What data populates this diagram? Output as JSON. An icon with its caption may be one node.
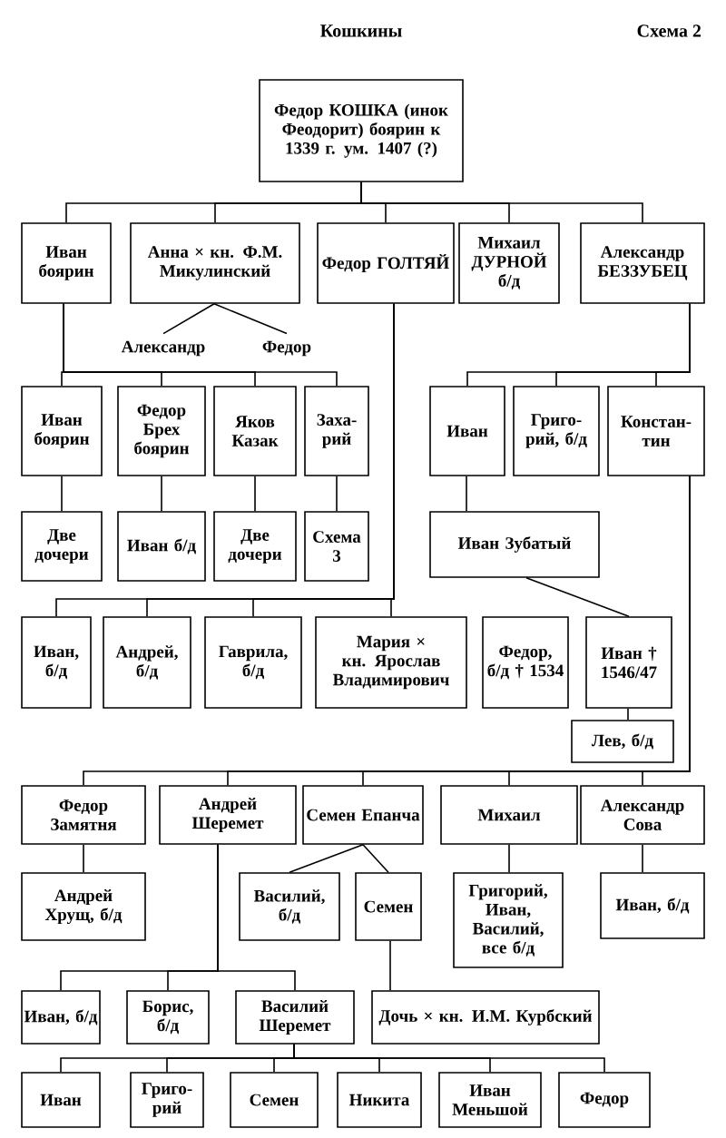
{
  "diagram": {
    "title": "Кошкины",
    "nodes": [
      {
        "text": [
          "Федор КОШКА (инок Феодорит) боярин к 1339 г. ум. 1407 (?)"
        ]
      },
      {
        "text": [
          "Иван боярин"
        ]
      },
      {
        "text": [
          "Анна × кн. Ф.М. Микулинский"
        ]
      },
      {
        "text": [
          "Федор ГОЛТЯЙ"
        ]
      },
      {
        "text": [
          "Михаил ДУРНОЙ б/д"
        ]
      },
      {
        "text": [
          "Александр БЕЗЗУБЕЦ"
        ]
      },
      {
        "text": [
          "Александр"
        ]
      },
      {
        "text": [
          "Федор"
        ]
      },
      {
        "text": [
          "Иван боярин"
        ]
      },
      {
        "text": [
          "Федор Брех боярин"
        ]
      },
      {
        "text": [
          "Яков Казак"
        ]
      },
      {
        "text": [
          "Заха- рий"
        ]
      },
      {
        "text": [
          "Две дочери"
        ]
      },
      {
        "text": [
          "Иван б/д"
        ]
      },
      {
        "text": [
          "Две дочери"
        ]
      },
      {
        "text": [
          "Схема 3"
        ]
      },
      {
        "text": [
          "Иван"
        ]
      },
      {
        "text": [
          "Григо- рий, б/д"
        ]
      },
      {
        "text": [
          "Констан- тин"
        ]
      },
      {
        "text": [
          "Иван Зубатый"
        ]
      },
      {
        "text": [
          "Иван, б/д"
        ]
      },
      {
        "text": [
          "Андрей, б/д"
        ]
      },
      {
        "text": [
          "Гаврила, б/д"
        ]
      },
      {
        "text": [
          "Мария × кн. Ярослав Владимирович"
        ]
      },
      {
        "text": [
          "Федор, б/д † 1534"
        ]
      },
      {
        "text": [
          "Иван † 1546/47"
        ]
      },
      {
        "text": [
          "Лев, б/д"
        ]
      },
      {
        "text": [
          "Федор Замятня"
        ]
      },
      {
        "text": [
          "Андрей Шеремет"
        ]
      },
      {
        "text": [
          "Семен Епанча"
        ]
      },
      {
        "text": [
          "Михаил"
        ]
      },
      {
        "text": [
          "Александр Сова"
        ]
      },
      {
        "text": [
          "Андрей Хрущ, б/д"
        ]
      },
      {
        "text": [
          "Василий, б/д"
        ]
      },
      {
        "text": [
          "Семен"
        ]
      },
      {
        "text": [
          "Григорий, Иван, Василий, все б/д"
        ]
      },
      {
        "text": [
          "Иван, б/д"
        ]
      },
      {
        "text": [
          "Иван, б/д"
        ]
      },
      {
        "text": [
          "Борис, б/д"
        ]
      },
      {
        "text": [
          "Василий Шеремет"
        ]
      },
      {
        "text": [
          "Дочь × кн. И.М. Курбский"
        ]
      },
      {
        "text": [
          "Иван"
        ]
      },
      {
        "text": [
          "Григо- рий"
        ]
      },
      {
        "text": [
          "Семен"
        ]
      },
      {
        "text": [
          "Никита"
        ]
      },
      {
        "text": [
          "Иван Меньшой"
        ]
      },
      {
        "text": [
          "Федор"
        ]
      }
    ],
    "edges": [
      {
        "from": 0,
        "to": 1,
        "arrow": "none"
      },
      {
        "from": 0,
        "to": 2,
        "arrow": "none"
      },
      {
        "from": 0,
        "to": 3,
        "arrow": "none"
      },
      {
        "from": 0,
        "to": 4,
        "arrow": "none"
      },
      {
        "from": 0,
        "to": 5,
        "arrow": "none"
      },
      {
        "from": 2,
        "to": 6,
        "arrow": "none"
      },
      {
        "from": 2,
        "to": 7,
        "arrow": "none"
      },
      {
        "from": 1,
        "to": 8,
        "arrow": "none"
      },
      {
        "from": 1,
        "to": 9,
        "arrow": "none"
      },
      {
        "from": 1,
        "to": 10,
        "arrow": "none"
      },
      {
        "from": 1,
        "to": 11,
        "arrow": "none"
      },
      {
        "from": 8,
        "to": 12,
        "arrow": "none"
      },
      {
        "from": 9,
        "to": 13,
        "arrow": "none"
      },
      {
        "from": 10,
        "to": 14,
        "arrow": "none"
      },
      {
        "from": 11,
        "to": 15,
        "arrow": "none"
      },
      {
        "from": 5,
        "to": 16,
        "arrow": "none"
      },
      {
        "from": 5,
        "to": 17,
        "arrow": "none"
      },
      {
        "from": 5,
        "to": 18,
        "arrow": "none"
      },
      {
        "from": 16,
        "to": 19,
        "arrow": "none"
      },
      {
        "from": 3,
        "to": 20,
        "arrow": "none"
      },
      {
        "from": 3,
        "to": 21,
        "arrow": "none"
      },
      {
        "from": 3,
        "to": 22,
        "arrow": "none"
      },
      {
        "from": 3,
        "to": 23,
        "arrow": "none"
      },
      {
        "from": 19,
        "to": 25,
        "arrow": "none"
      },
      {
        "from": 25,
        "to": 26,
        "arrow": "none"
      },
      {
        "from": 18,
        "to": 27,
        "arrow": "none"
      },
      {
        "from": 18,
        "to": 28,
        "arrow": "none"
      },
      {
        "from": 18,
        "to": 29,
        "arrow": "none"
      },
      {
        "from": 18,
        "to": 30,
        "arrow": "none"
      },
      {
        "from": 18,
        "to": 31,
        "arrow": "none"
      },
      {
        "from": 27,
        "to": 32,
        "arrow": "none"
      },
      {
        "from": 29,
        "to": 33,
        "arrow": "none"
      },
      {
        "from": 29,
        "to": 34,
        "arrow": "none"
      },
      {
        "from": 30,
        "to": 35,
        "arrow": "none"
      },
      {
        "from": 31,
        "to": 36,
        "arrow": "none"
      },
      {
        "from": 28,
        "to": 37,
        "arrow": "none"
      },
      {
        "from": 28,
        "to": 38,
        "arrow": "none"
      },
      {
        "from": 28,
        "to": 39,
        "arrow": "none"
      },
      {
        "from": 34,
        "to": 40,
        "arrow": "none"
      },
      {
        "from": 39,
        "to": 41,
        "arrow": "none"
      },
      {
        "from": 39,
        "to": 42,
        "arrow": "none"
      },
      {
        "from": 39,
        "to": 43,
        "arrow": "none"
      },
      {
        "from": 39,
        "to": 44,
        "arrow": "none"
      },
      {
        "from": 39,
        "to": 45,
        "arrow": "none"
      },
      {
        "from": 39,
        "to": 46,
        "arrow": "none"
      }
    ],
    "labels": [
      "Схема 2"
    ]
  }
}
